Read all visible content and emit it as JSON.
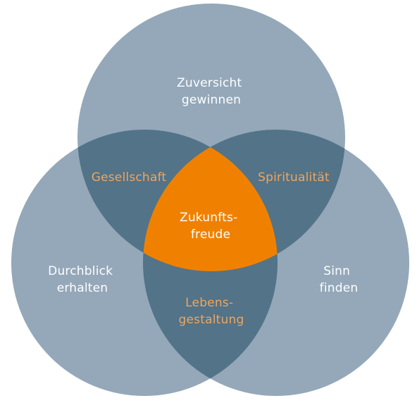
{
  "colors": {
    "circle": "#94a8b9",
    "overlap": "#527388",
    "center": "#f08100",
    "text_light": "#ffffff",
    "text_accent": "#f0a55e",
    "background": "#ffffff"
  },
  "circles": {
    "top": {
      "lines": [
        "Zuversicht",
        "gewinnen"
      ]
    },
    "left": {
      "lines": [
        "Durchblick",
        "erhalten"
      ]
    },
    "right": {
      "lines": [
        "Sinn",
        "finden"
      ]
    }
  },
  "overlaps": {
    "top_left": {
      "lines": [
        "Gesellschaft"
      ]
    },
    "top_right": {
      "lines": [
        "Spiritualität"
      ]
    },
    "left_right": {
      "lines": [
        "Lebens-",
        "gestaltung"
      ]
    }
  },
  "center": {
    "lines": [
      "Zukunfts-",
      "freude"
    ]
  }
}
